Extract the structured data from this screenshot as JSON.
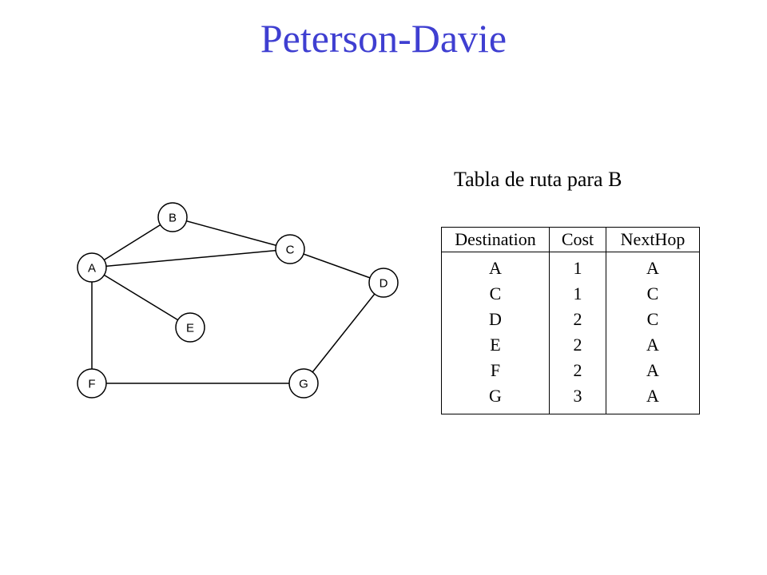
{
  "title": "Peterson-Davie",
  "graph": {
    "nodes": [
      {
        "id": "A",
        "label": "A"
      },
      {
        "id": "B",
        "label": "B"
      },
      {
        "id": "C",
        "label": "C"
      },
      {
        "id": "D",
        "label": "D"
      },
      {
        "id": "E",
        "label": "E"
      },
      {
        "id": "F",
        "label": "F"
      },
      {
        "id": "G",
        "label": "G"
      }
    ],
    "edges": [
      [
        "A",
        "B"
      ],
      [
        "A",
        "C"
      ],
      [
        "A",
        "E"
      ],
      [
        "A",
        "F"
      ],
      [
        "B",
        "C"
      ],
      [
        "C",
        "D"
      ],
      [
        "D",
        "G"
      ],
      [
        "F",
        "G"
      ]
    ]
  },
  "routing_table": {
    "title": "Tabla de ruta para B",
    "headers": [
      "Destination",
      "Cost",
      "NextHop"
    ],
    "rows": [
      [
        "A",
        "1",
        "A"
      ],
      [
        "C",
        "1",
        "C"
      ],
      [
        "D",
        "2",
        "C"
      ],
      [
        "E",
        "2",
        "A"
      ],
      [
        "F",
        "2",
        "A"
      ],
      [
        "G",
        "3",
        "A"
      ]
    ]
  }
}
